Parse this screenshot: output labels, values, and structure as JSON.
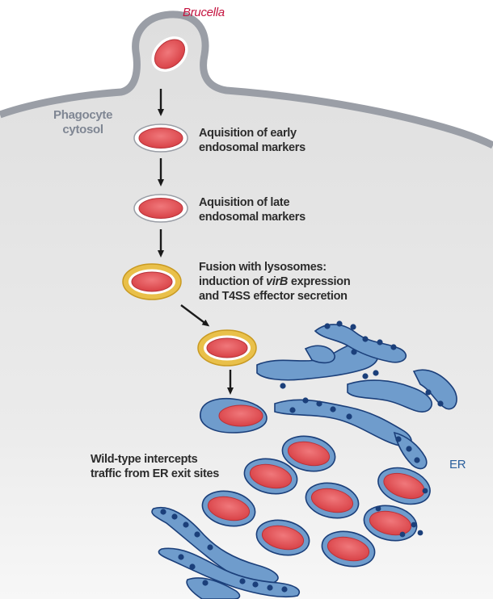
{
  "title_bacterium": "Brucella",
  "region_label": [
    "Phagocyte",
    "cytosol"
  ],
  "steps": [
    {
      "lines": [
        "Aquisition of early",
        "endosomal markers"
      ]
    },
    {
      "lines": [
        "Aquisition of late",
        "endosomal markers"
      ]
    },
    {
      "lines": [
        "Fusion with lysosomes:",
        "induction of virB expression",
        "and T4SS effector secretion"
      ]
    }
  ],
  "virB_term": "virB",
  "er_exit_label": [
    "Wild-type intercepts",
    "traffic from ER exit sites"
  ],
  "er_label": "ER",
  "colors": {
    "bacterium_fill": "#e4555a",
    "vacuole_rim": "#ffffff",
    "lysosome_ring": "#e9c04a",
    "er_fill": "#6f9ccc",
    "er_dark": "#1b3f7a",
    "membrane": "#9a9ea6",
    "cytosol": "#e9e9e9"
  }
}
